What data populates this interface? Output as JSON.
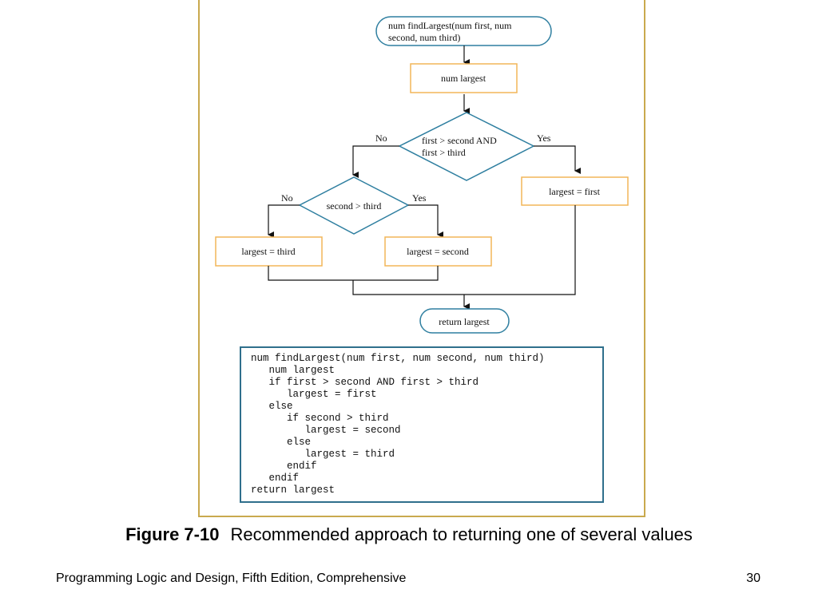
{
  "flowchart": {
    "start": [
      "num findLargest(num first, num",
      "second, num third)"
    ],
    "declare": "num largest",
    "decision1": [
      "first > second AND",
      "first > third"
    ],
    "decision1_no": "No",
    "decision1_yes": "Yes",
    "assign_first": "largest = first",
    "decision2": "second > third",
    "decision2_no": "No",
    "decision2_yes": "Yes",
    "assign_third": "largest = third",
    "assign_second": "largest = second",
    "end": "return largest"
  },
  "pseudocode": [
    "num findLargest(num first, num second, num third)",
    "   num largest",
    "   if first > second AND first > third",
    "      largest = first",
    "   else",
    "      if second > third",
    "         largest = second",
    "      else",
    "         largest = third",
    "      endif",
    "   endif",
    "return largest"
  ],
  "caption": {
    "number": "Figure 7-10",
    "text": "Recommended approach to returning one of several values"
  },
  "footer": {
    "book": "Programming Logic and Design, Fifth Edition, Comprehensive",
    "page": "30"
  },
  "colors": {
    "border_gold": "#c9a94e",
    "box_orange": "#f2b659",
    "shape_teal": "#2f7fa0"
  }
}
